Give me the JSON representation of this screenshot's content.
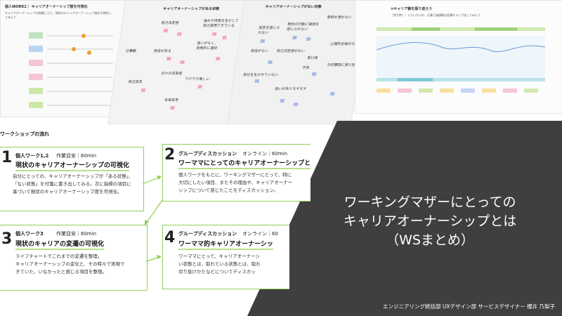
{
  "thumbnails": {
    "personal": {
      "title": "個人WORK2｜ キャリアオーナーシップ度を可視化",
      "subtitle_lines": [
        "キャリアオーナーシップの指標ごとに、現状のキャリアオーナーシップ度を可視化し",
        "てみよう"
      ]
    },
    "has_state": {
      "title": "キャリアオーナーシップがある状態",
      "labels": [
        "自己決定感",
        "自信がある",
        "日々の充実感",
        "自己成長",
        "仕事観",
        "強みや得意を生かして",
        "自己実現できている",
        "迷いがなく、",
        "自発的に選択",
        "ワクワク楽しい",
        "未来思考"
      ]
    },
    "no_state": {
      "title": "キャリアオーナーシップがない状態",
      "labels": [
        "成長を感じら",
        "れない",
        "自信がない",
        "自分を生かせていない",
        "意欲が湧かない",
        "現状の行動に価値を",
        "感じられない",
        "自己決定感がない",
        "受け身",
        "心理的余裕がない",
        "不安",
        "外的要因に振り回",
        "迷いがありモヤモヤ"
      ]
    },
    "lifechart": {
      "title": "⑤キャリア観を振り返ろう",
      "subtitle": "（学生時？）くらいからの、仕事と価値観の変遷をマップ化してみよう"
    }
  },
  "flow_title": "ワークショップの流れ",
  "steps": [
    {
      "number": "1",
      "tag": "個人ワーク1,2",
      "meta": "作業目安｜60min",
      "heading": "現状のキャリアオーナーシップの可視化",
      "lines": [
        "自分にとっての、キャリアオーナーシップが「ある状態」、",
        "「ない状態」を付箋に書き出してみる。次に指標の項目に",
        "基づいて現状のキャリアオーナーシップ度を可視化。"
      ]
    },
    {
      "number": "2",
      "tag": "グループディスカッション",
      "meta": "オンライン｜60min",
      "heading": "ワーママにとってのキャリアオーナーシップと",
      "lines": [
        "個人ワークをもとに、ワーキングマザーにとって、特に",
        "大切にしたい項目、またその理由や、キャリアオーナー",
        "シップについて感じたことをディスカッション。"
      ]
    },
    {
      "number": "3",
      "tag": "個人ワーク3",
      "meta": "作業目安｜60min",
      "heading": "現状のキャリアの変遷の可視化",
      "lines": [
        "ライフチャートでこれまでの変遷を整理。",
        "キャリアオーナーシップの変化と、その時々で実現で",
        "きていた、いなかったと感じる項目を整理。"
      ]
    },
    {
      "number": "4",
      "tag": "グループディスカッション",
      "meta": "オンライン｜60",
      "heading": "ワーママ的キャリアオーナーシッ",
      "lines": [
        "ワーママにとって、キャリアオーナーシ",
        "い状態とは、取れている状態とは、取れ",
        "切り抜けかたなどについてディスカッ"
      ]
    }
  ],
  "main_title_lines": [
    "ワーキングマザーにとっての",
    "キャリアオーナーシップとは",
    "（WSまとめ）"
  ],
  "credit": "エンジニアリング統括部 UXデザイン部 サービスデザイナー 櫻井 乃梨子",
  "colors": {
    "dark_panel": "#3f3f3f",
    "step_border": "#8ccf5a",
    "heading_underline": "#b8e08a",
    "sticky_pink": "#f2a7c6",
    "sticky_blue": "#a9b9e8",
    "orange_dot": "#f0a030"
  }
}
